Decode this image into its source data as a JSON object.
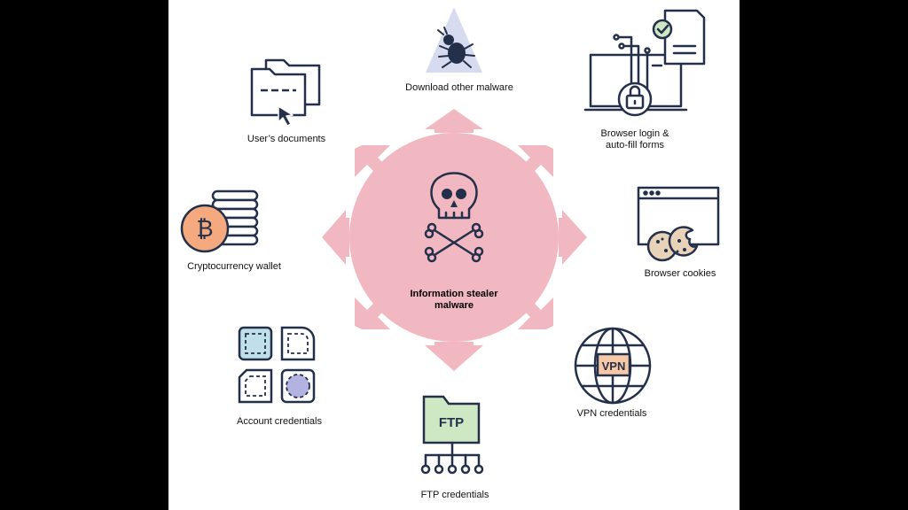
{
  "center": {
    "title_line1": "Information stealer",
    "title_line2": "malware"
  },
  "nodes": {
    "download_malware": "Download other malware",
    "browser_login_line1": "Browser login &",
    "browser_login_line2": "auto-fill forms",
    "browser_cookies": "Browser cookies",
    "vpn": "VPN credentials",
    "vpn_tag": "VPN",
    "ftp": "FTP credentials",
    "ftp_tag": "FTP",
    "account": "Account credentials",
    "crypto": "Cryptocurrency wallet",
    "documents": "User’s documents"
  },
  "colors": {
    "background": "#000000",
    "panel": "#ffffff",
    "malware_pink": "#f2b8c2",
    "line_navy": "#24304a",
    "bitcoin_orange": "#f5a97f",
    "ftp_green": "#cfe8c4",
    "vpn_orange": "#f8c8a6",
    "bug_lavender": "#d7dbef",
    "cookie_tan": "#e9d3b8",
    "light_blue": "#bfe0ea",
    "purple": "#b3b2e0"
  }
}
